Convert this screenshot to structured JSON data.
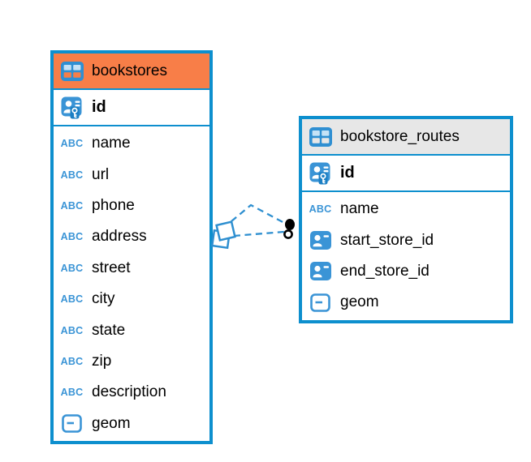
{
  "colors": {
    "canvas_bg": "#ffffff",
    "table_border": "#0D8FCE",
    "icon_blue": "#3A94D6",
    "icon_blue_dark": "#1B7FC4",
    "icon_cell_light": "#C5E2F6",
    "connector_blue": "#2E8FD0",
    "text": "#000000",
    "bookstores_header_bg": "#F87E48",
    "routes_header_bg": "#E7E7E7"
  },
  "tables": [
    {
      "name": "bookstores",
      "header_bg": "#F87E48",
      "primary_key": {
        "name": "id"
      },
      "columns": [
        {
          "name": "name",
          "type": "text"
        },
        {
          "name": "url",
          "type": "text"
        },
        {
          "name": "phone",
          "type": "text"
        },
        {
          "name": "address",
          "type": "text"
        },
        {
          "name": "street",
          "type": "text"
        },
        {
          "name": "city",
          "type": "text"
        },
        {
          "name": "state",
          "type": "text"
        },
        {
          "name": "zip",
          "type": "text"
        },
        {
          "name": "description",
          "type": "text"
        },
        {
          "name": "geom",
          "type": "geometry"
        }
      ]
    },
    {
      "name": "bookstore_routes",
      "header_bg": "#E7E7E7",
      "primary_key": {
        "name": "id"
      },
      "columns": [
        {
          "name": "name",
          "type": "text"
        },
        {
          "name": "start_store_id",
          "type": "reference"
        },
        {
          "name": "end_store_id",
          "type": "reference"
        },
        {
          "name": "geom",
          "type": "geometry"
        }
      ]
    }
  ],
  "relationship": {
    "from_table": "bookstores",
    "to_table": "bookstore_routes",
    "line_style": "dashed",
    "line_count": 2,
    "source_marker": "stacked-squares",
    "target_markers": [
      "filled-dot",
      "ring"
    ]
  }
}
